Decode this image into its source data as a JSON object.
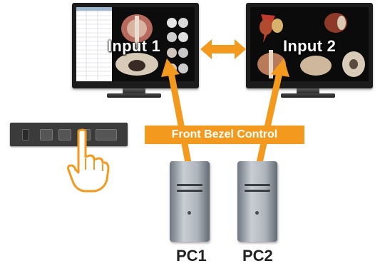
{
  "input1_label": "Input 1",
  "input2_label": "Input 2",
  "bezel_control_label": "Front Bezel Control",
  "pc1_label": "PC1",
  "pc2_label": "PC2",
  "colors": {
    "accent": "#f39a1e",
    "monitor_frame": "#1c1c1c",
    "bezel_panel": "#3b3b3b"
  }
}
